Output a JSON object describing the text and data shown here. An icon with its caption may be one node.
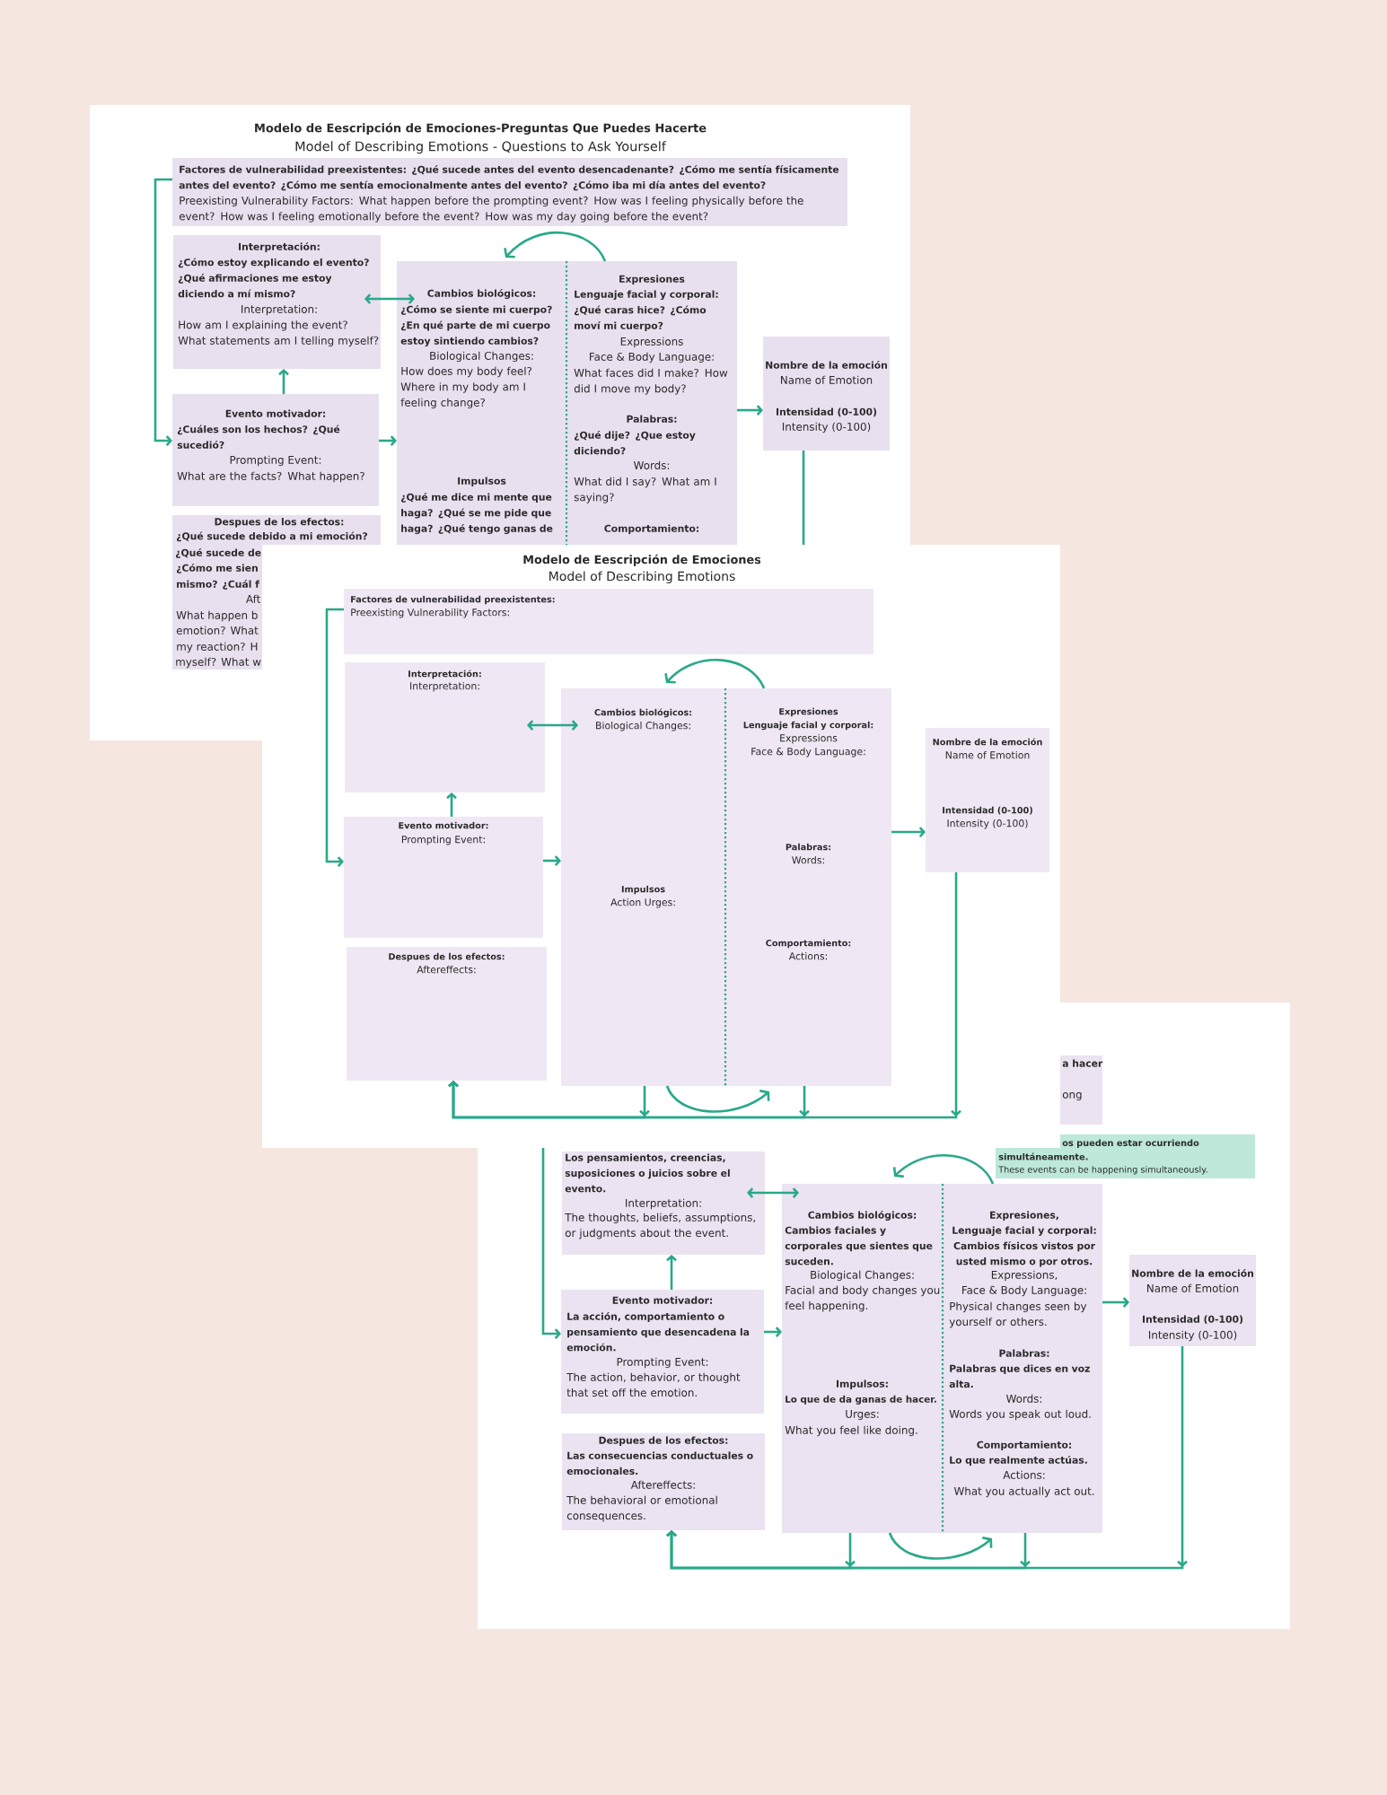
{
  "diagram": {
    "nodes": [
      {
        "text": [
          "Modelo de Eescripción de Emociones-Preguntas Que Puedes Hacerte",
          "Model of Describing Emotions - Questions to Ask Yourself"
        ]
      },
      {
        "text": [
          "Factores de vulnerabilidad preexistentes: ¿Qué sucede antes del evento desencadenante? ¿Cómo me sentía físicamente antes del evento? ¿Cómo me sentía emocionalmente antes del evento? ¿Cómo iba mi día antes del evento?",
          "Preexisting Vulnerability Factors: What happen before the prompting event? How was I feeling physically before the event? How was I feeling emotionally before the event? How was my day going before the event?"
        ],
        "in": 0
      },
      {
        "text": [
          "Interpretación:",
          "¿Cómo estoy explicando el evento? ¿Qué afirmaciones me estoy diciendo a mí mismo?",
          "Interpretation:",
          "How am I explaining the event? What statements am I telling myself?"
        ],
        "in": 0
      },
      {
        "text": [
          "Cambios biológicos:",
          "¿Cómo se siente mi cuerpo? ¿En qué parte de mi cuerpo estoy sintiendo cambios?",
          "Biological Changes:",
          "How does my body feel? Where in my body am I feeling change?",
          "Impulsos",
          "¿Qué me dice mi mente que haga? ¿Qué se me pide que haga? ¿Qué tengo ganas de"
        ],
        "in": 0
      },
      {
        "text": [
          "Expresiones",
          "Lenguaje facial y corporal: ¿Qué caras hice? ¿Cómo moví mi cuerpo?",
          "Expressions",
          "Face & Body Language:",
          "What faces did I make? How did I move my body?",
          "Palabras:",
          "¿Qué dije? ¿Que estoy diciendo?",
          "Words:",
          "What did I say? What am I saying?",
          "Comportamiento:"
        ],
        "in": 0
      },
      {
        "text": [
          "Nombre de la emoción",
          "Name of Emotion",
          "Intensidad (0-100)",
          "Intensity (0-100)"
        ],
        "in": 0
      },
      {
        "text": [
          "Evento motivador:",
          "¿Cuáles son los hechos? ¿Qué sucedió?",
          "Prompting Event:",
          "What are the facts? What happen?"
        ],
        "in": 0
      },
      {
        "text": [
          "Despues de los efectos:",
          "¿Qué sucede debido a mi emoción?"
        ],
        "in": 0
      },
      {
        "text": [
          "¿Qué sucede de",
          "¿Cómo me sien",
          "mismo? ¿Cuál f",
          "Aft",
          "What happen b",
          "emotion? What",
          "my reaction? H",
          "myself? What w"
        ],
        "in": 0
      },
      {
        "text": [
          "Modelo de Eescripción de Emociones",
          "Model of Describing Emotions"
        ]
      },
      {
        "text": [
          "Factores de vulnerabilidad preexistentes:",
          "Preexisting Vulnerability Factors:"
        ]
      },
      {
        "text": [
          "Interpretación:",
          "Interpretation:"
        ],
        "in": 9
      },
      {
        "text": [
          "Cambios biológicos:",
          "Biological Changes:",
          "Impulsos",
          "Action Urges:"
        ],
        "in": 9
      },
      {
        "text": [
          "Expresiones",
          "Lenguaje facial y corporal:",
          "Expressions",
          "Face & Body Language:",
          "Palabras:",
          "Words:",
          "Comportamiento:",
          "Actions:"
        ],
        "in": 9
      },
      {
        "text": [
          "Nombre de la emoción",
          "Name of Emotion",
          "Intensidad (0-100)",
          "Intensity (0-100)"
        ],
        "in": 9
      },
      {
        "text": [
          "Evento motivador:",
          "Prompting Event:"
        ],
        "in": 9
      },
      {
        "text": [
          "Despues de los efectos:",
          "Aftereffects:"
        ],
        "in": 9
      },
      {
        "text": [],
        "shape": "box"
      },
      {
        "text": [
          "a hacer",
          "ong"
        ],
        "in": 17
      },
      {
        "text": [
          "os pueden estar ocurriendo",
          "simultáneamente.",
          "These events can be happening simultaneously."
        ],
        "in": 17
      },
      {
        "text": [
          "Los pensamientos, creencias, suposiciones o juicios sobre el evento.",
          "Interpretation:",
          "The thoughts, beliefs, assumptions, or judgments about the event."
        ],
        "in": 17
      },
      {
        "text": [
          "Cambios biológicos:",
          "Cambios faciales y corporales que sientes que suceden.",
          "Biological Changes:",
          "Facial and body changes you feel happening.",
          "Impulsos:",
          "Lo que de da ganas de hacer.",
          "Urges:",
          "What you feel like doing."
        ],
        "in": 17
      },
      {
        "text": [
          "Expresiones,",
          "Lenguaje facial y corporal: Cambios físicos vistos por usted mismo o por otros.",
          "Expressions,",
          "Face & Body Language:",
          "Physical changes seen by yourself or others.",
          "Palabras:",
          "Palabras que dices en voz alta.",
          "Words:",
          "Words you speak out loud.",
          "Comportamiento:",
          "Lo que realmente actúas.",
          "Actions:",
          "What you actually act out."
        ],
        "in": 17
      },
      {
        "text": [
          "Nombre de la emoción",
          "Name of Emotion",
          "Intensidad (0-100)",
          "Intensity (0-100)"
        ],
        "in": 17
      },
      {
        "text": [
          "Evento motivador:",
          "La acción, comportamiento o pensamiento que desencadena la emoción.",
          "Prompting Event:",
          "The action, behavior, or thought that set off the emotion."
        ],
        "in": 17
      },
      {
        "text": [
          "Despues de los efectos:",
          "Las consecuencias conductuales o emocionales.",
          "Aftereffects:",
          "The behavioral or emotional consequences."
        ],
        "in": 17
      }
    ],
    "edges": [
      {
        "from": 1,
        "to": 6,
        "arrow": "to"
      },
      {
        "from": 6,
        "to": 2,
        "arrow": "to"
      },
      {
        "from": 2,
        "to": 3,
        "arrow": "both"
      },
      {
        "from": 6,
        "to": 3,
        "arrow": "to"
      },
      {
        "from": 4,
        "to": 5,
        "arrow": "to"
      },
      {
        "from": 4,
        "to": 3,
        "arrow": "to"
      },
      {
        "from": 5,
        "to": 9,
        "arrow": "none"
      },
      {
        "from": 10,
        "to": 15,
        "arrow": "to"
      },
      {
        "from": 15,
        "to": 11,
        "arrow": "to"
      },
      {
        "from": 11,
        "to": 12,
        "arrow": "both"
      },
      {
        "from": 15,
        "to": 12,
        "arrow": "to"
      },
      {
        "from": 13,
        "to": 14,
        "arrow": "to"
      },
      {
        "from": 13,
        "to": 12,
        "arrow": "to"
      },
      {
        "from": 12,
        "to": 13,
        "arrow": "to"
      },
      {
        "from": 12,
        "to": 16,
        "arrow": "to"
      },
      {
        "from": 13,
        "to": 16,
        "arrow": "to"
      },
      {
        "from": 14,
        "to": 16,
        "arrow": "to"
      },
      {
        "from": 9,
        "to": 24,
        "arrow": "to"
      },
      {
        "from": 24,
        "to": 20,
        "arrow": "to"
      },
      {
        "from": 20,
        "to": 21,
        "arrow": "both"
      },
      {
        "from": 24,
        "to": 21,
        "arrow": "to"
      },
      {
        "from": 22,
        "to": 23,
        "arrow": "to"
      },
      {
        "from": 22,
        "to": 21,
        "arrow": "to"
      },
      {
        "from": 21,
        "to": 22,
        "arrow": "to"
      },
      {
        "from": 21,
        "to": 25,
        "arrow": "to"
      },
      {
        "from": 22,
        "to": 25,
        "arrow": "to"
      },
      {
        "from": 23,
        "to": 25,
        "arrow": "to"
      }
    ]
  }
}
